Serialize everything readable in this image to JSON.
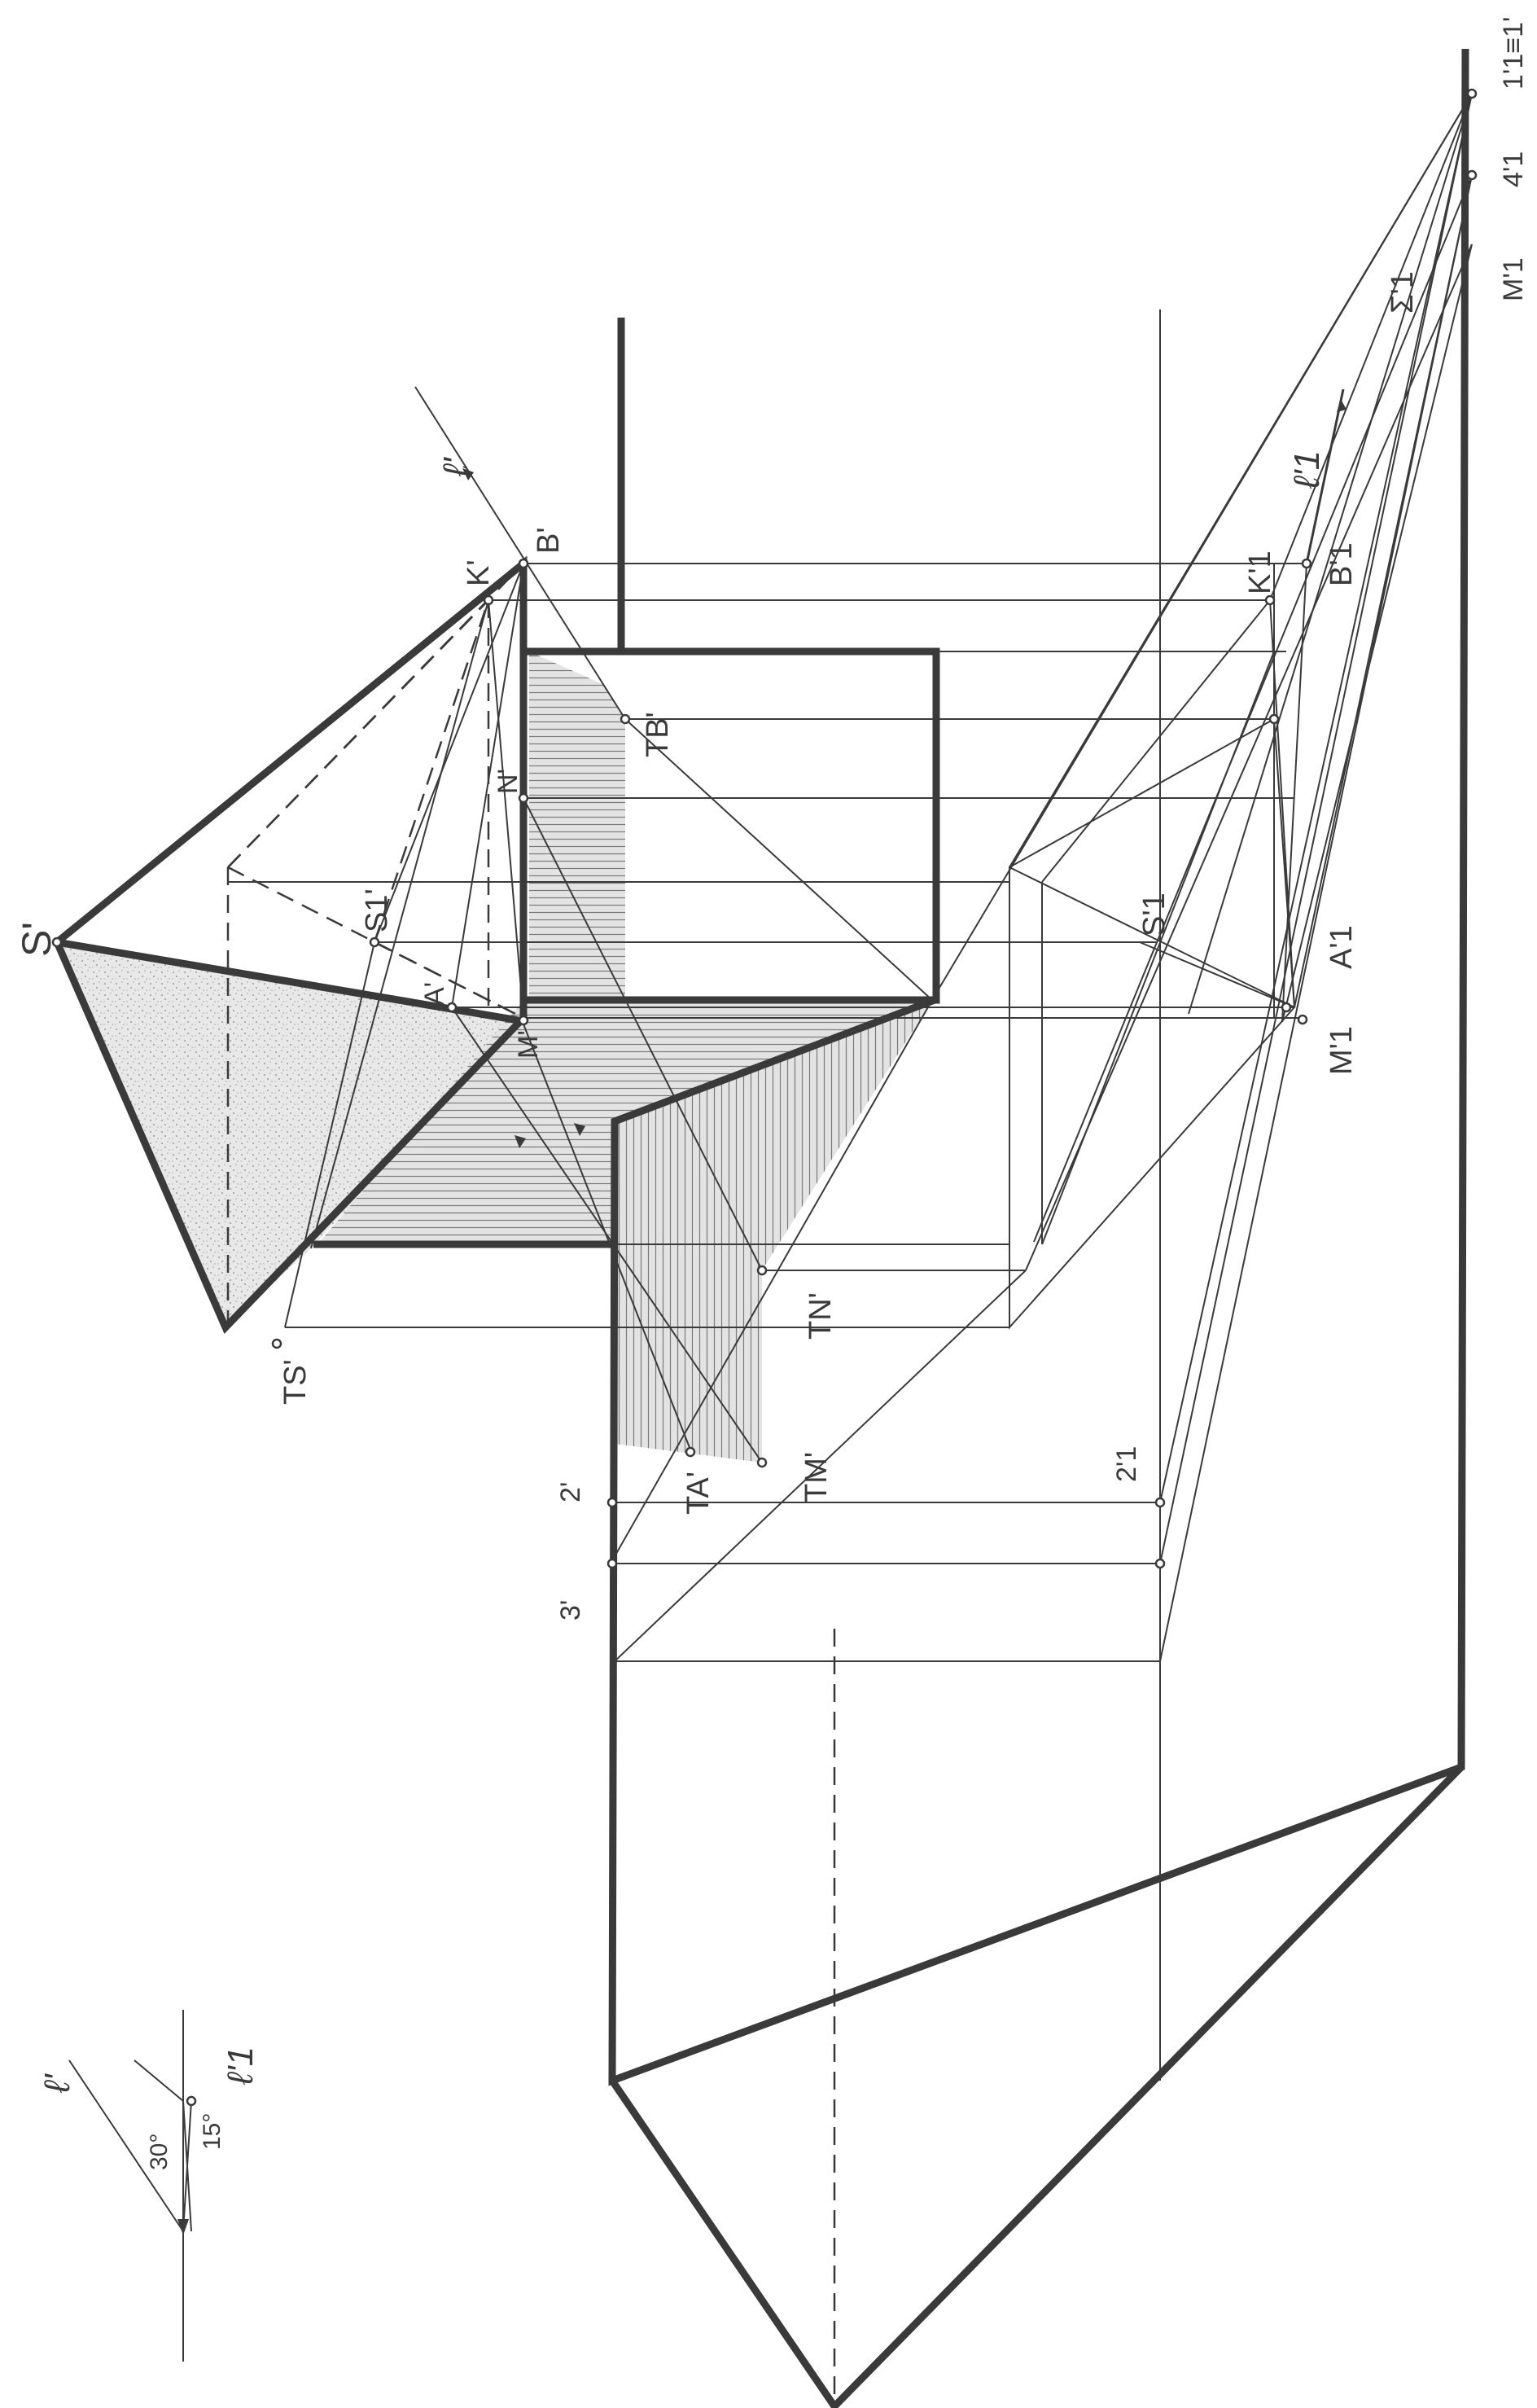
{
  "labels": {
    "S": "S'",
    "K": "K'",
    "B": "B'",
    "l": "ℓ'",
    "TB": "TB'",
    "N": "N'",
    "S1": "S1'",
    "A": "A'",
    "M": "M'",
    "TS": "TS'",
    "TN": "TN'",
    "TM": "TM'",
    "TA": "TA'",
    "two": "2'",
    "three": "3'",
    "two1": "2'1",
    "eq": "1'1≡1'",
    "four1": "4'1",
    "M1top": "M'1",
    "Sigma": "Σ'1",
    "l1": "ℓ'1",
    "K1": "K'1",
    "B1": "B'1",
    "S1r": "S'1",
    "A1": "A'1",
    "M1": "M'1",
    "legend_l": "ℓ'",
    "legend_l1": "ℓ'1",
    "angle30": "30°",
    "angle15": "15°"
  },
  "colors": {
    "ink": "#3a3a3a",
    "hatch_fill": "#d9d9d9",
    "speckle_fill": "#e6e6e6"
  }
}
